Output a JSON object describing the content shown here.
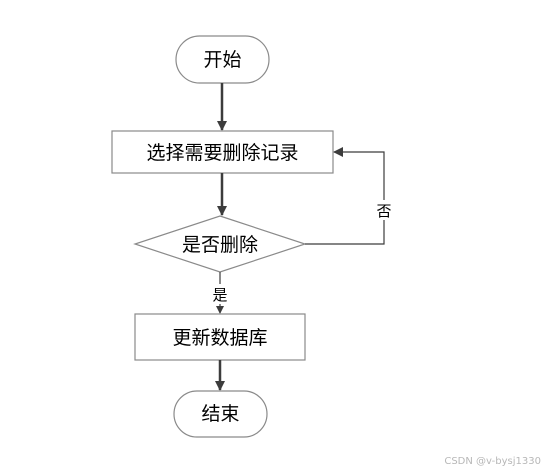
{
  "flowchart": {
    "start": "开始",
    "select": "选择需要删除记录",
    "decision": "是否删除",
    "yes": "是",
    "no": "否",
    "update": "更新数据库",
    "end": "结束"
  },
  "watermark": "CSDN @v-bysj1330",
  "colors": {
    "stroke": "#8a8a8a",
    "arrow": "#3c3c3c",
    "text": "#000000",
    "background": "#ffffff"
  }
}
